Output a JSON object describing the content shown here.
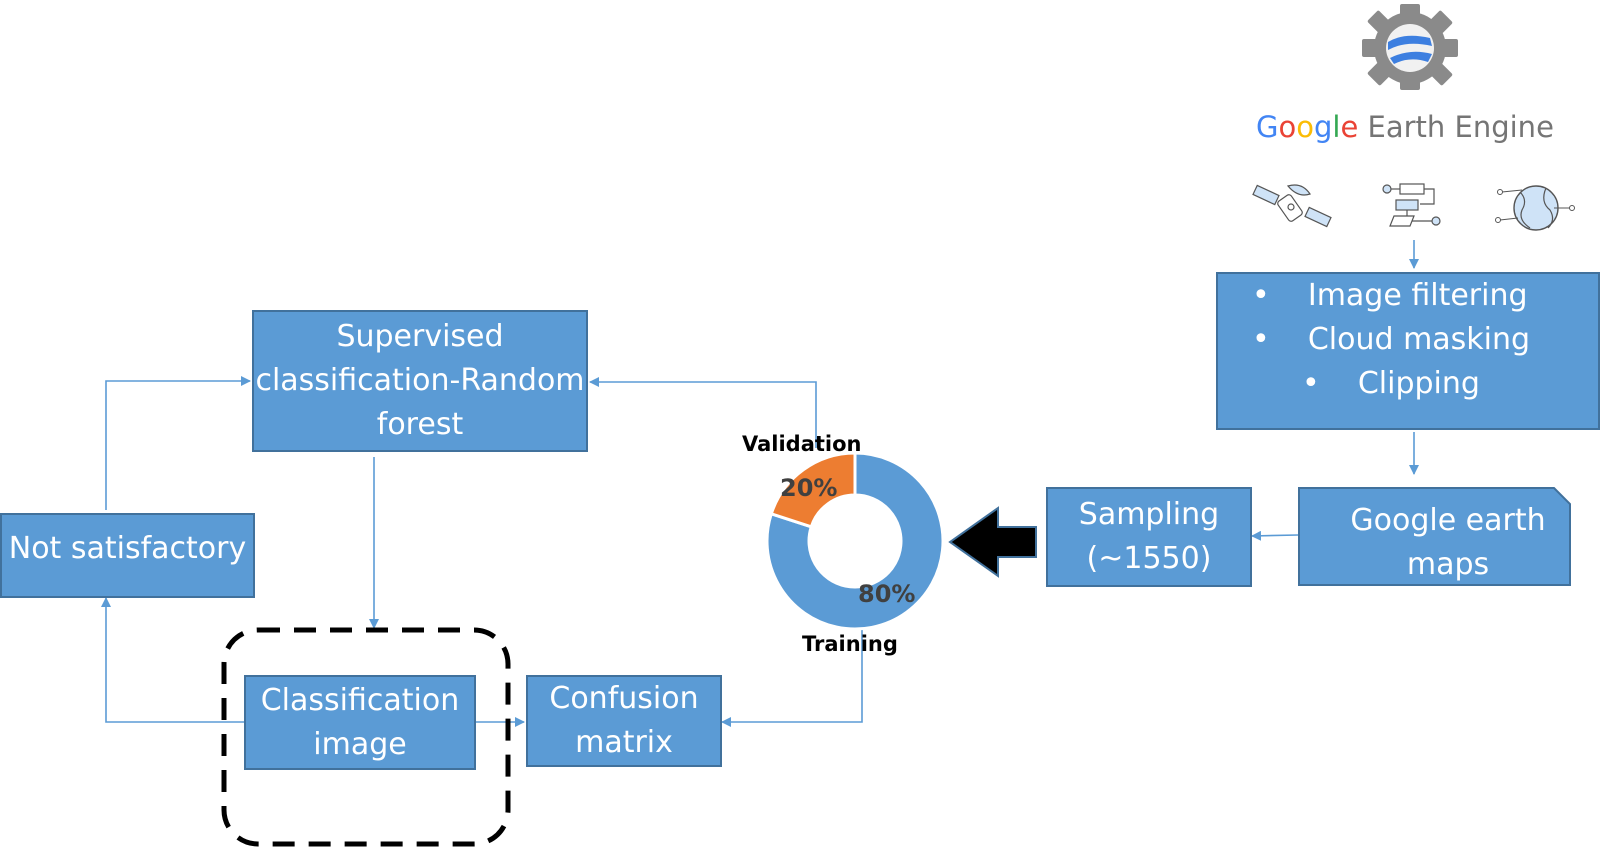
{
  "header": {
    "logo_word_google": [
      "G",
      "o",
      "o",
      "g",
      "l",
      "e"
    ],
    "logo_rest": "Earth Engine",
    "icons": [
      "satellite-icon",
      "workflow-icon",
      "globe-icon"
    ]
  },
  "nodes": {
    "preprocessing": {
      "bullets": [
        "Image filtering",
        "Cloud masking",
        "Clipping"
      ]
    },
    "google_earth_maps": {
      "lines": [
        "Google earth",
        "maps"
      ]
    },
    "sampling": {
      "lines": [
        "Sampling",
        "(~1550)"
      ]
    },
    "supervised": {
      "lines": [
        "Supervised",
        "classification-Random",
        "forest"
      ]
    },
    "not_satisfactory": {
      "lines": [
        "Not satisfactory"
      ]
    },
    "classification_image": {
      "lines": [
        "Classification",
        "image"
      ]
    },
    "confusion_matrix": {
      "lines": [
        "Confusion",
        "matrix"
      ]
    }
  },
  "chart_data": {
    "type": "pie",
    "title": "",
    "donut": true,
    "categories": [
      "Training",
      "Validation"
    ],
    "values": [
      80,
      20
    ],
    "labels": [
      "80%",
      "20%"
    ],
    "colors": [
      "#5b9bd5",
      "#ed7d31"
    ]
  },
  "colors": {
    "box_fill": "#5b9bd5",
    "box_border": "#41719c",
    "connector": "#5b9bd5"
  }
}
